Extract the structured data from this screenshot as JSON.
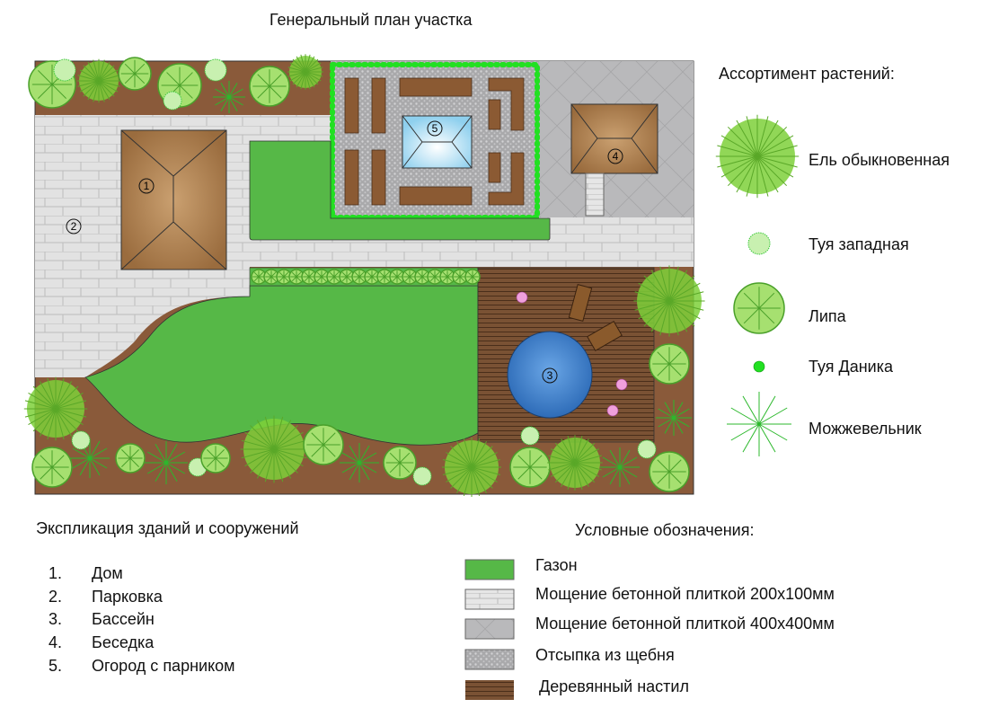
{
  "title": "Генеральный план участка",
  "plan_markers": [
    "1",
    "2",
    "3",
    "4",
    "5"
  ],
  "plants": {
    "title": "Ассортимент растений:",
    "items": [
      {
        "label": "Ель обыкновенная",
        "icon": "spruce-icon"
      },
      {
        "label": "Туя западная",
        "icon": "thuja-western-icon"
      },
      {
        "label": "Липа",
        "icon": "linden-icon"
      },
      {
        "label": "Туя Даника",
        "icon": "thuja-danica-icon"
      },
      {
        "label": "Можжевельник",
        "icon": "juniper-icon"
      }
    ]
  },
  "explication": {
    "title": "Экспликация зданий и сооружений",
    "items": [
      {
        "num": "1.",
        "label": "Дом"
      },
      {
        "num": "2.",
        "label": "Парковка"
      },
      {
        "num": "3.",
        "label": "Бассейн"
      },
      {
        "num": "4.",
        "label": "Беседка"
      },
      {
        "num": "5.",
        "label": "Огород с парником"
      }
    ]
  },
  "legend": {
    "title": "Условные обозначения:",
    "items": [
      {
        "label": "Газон",
        "swatch": "lawn"
      },
      {
        "label": "Мощение бетонной плиткой 200х100мм",
        "swatch": "brick"
      },
      {
        "label": "Мощение бетонной плиткой 400х400мм",
        "swatch": "tile"
      },
      {
        "label": "Отсыпка из щебня",
        "swatch": "gravel"
      },
      {
        "label": "Деревянный настил",
        "swatch": "deck"
      }
    ]
  },
  "colors": {
    "lawn": "#56b847",
    "soil": "#8a5a3a",
    "brick": "#e2e2e2",
    "tile": "#b9b9bb",
    "gravel": "#b8b8ba",
    "deck": "#7a5234",
    "pool": "#3f82cf",
    "roof": "#b88a5a",
    "plant": "#5cc82a",
    "hedge": "#22e022"
  }
}
